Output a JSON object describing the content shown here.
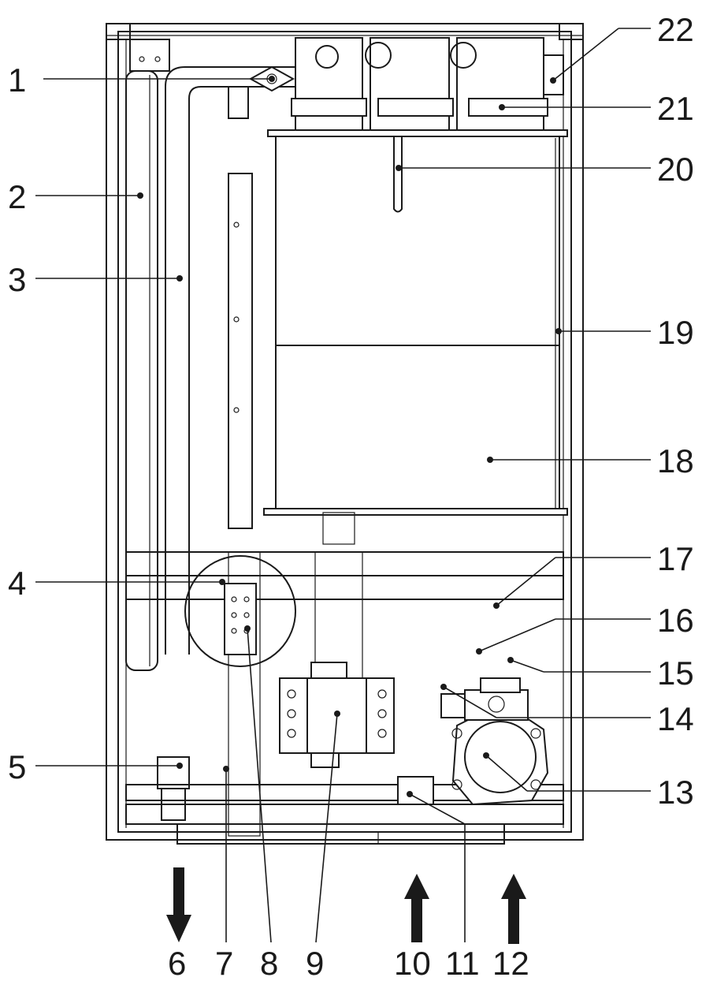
{
  "labels": {
    "l1": "1",
    "l2": "2",
    "l3": "3",
    "l4": "4",
    "l5": "5",
    "l6": "6",
    "l7": "7",
    "l8": "8",
    "l9": "9",
    "l10": "10",
    "l11": "11",
    "l12": "12",
    "l13": "13",
    "l14": "14",
    "l15": "15",
    "l16": "16",
    "l17": "17",
    "l18": "18",
    "l19": "19",
    "l20": "20",
    "l21": "21",
    "l22": "22"
  },
  "colors": {
    "ink": "#1a1a1a",
    "paper": "#ffffff"
  }
}
